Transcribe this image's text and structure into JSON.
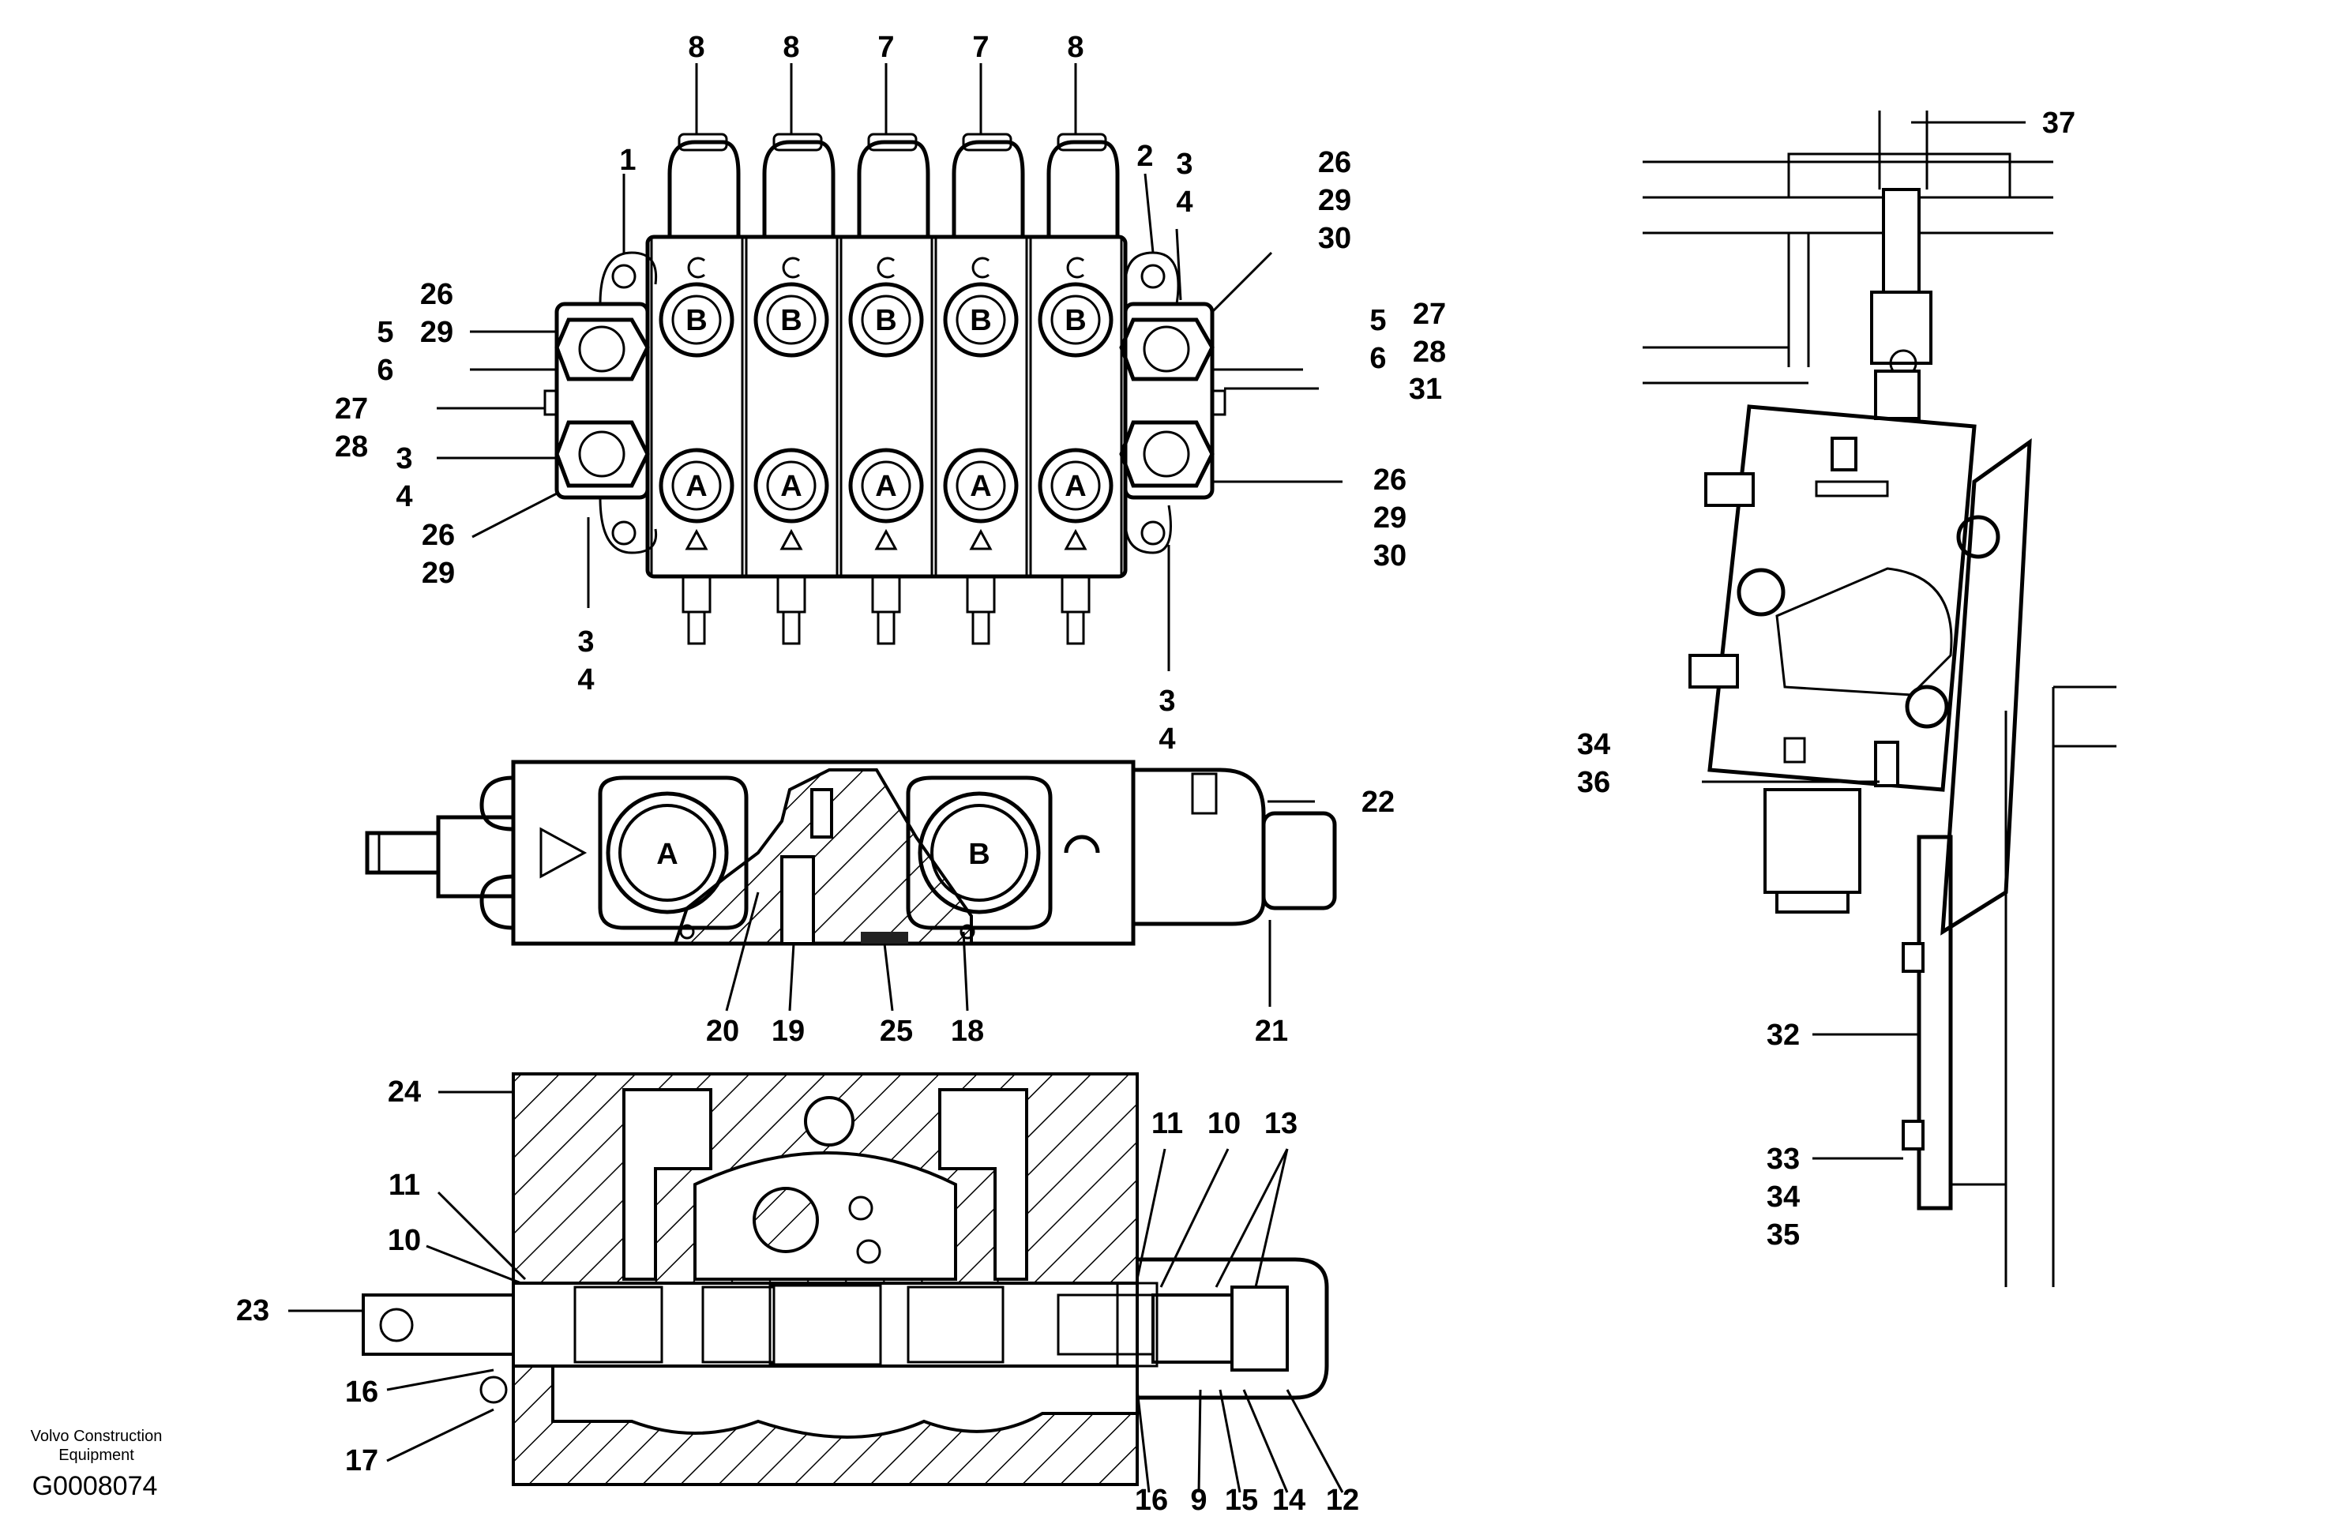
{
  "callouts": {
    "top_view": [
      "8",
      "8",
      "7",
      "7",
      "8",
      "1",
      "2",
      "3",
      "4",
      "26",
      "29",
      "30",
      "26",
      "29",
      "5",
      "6",
      "5",
      "27",
      "28",
      "6",
      "27",
      "28",
      "31",
      "3",
      "4",
      "26",
      "29",
      "30",
      "26",
      "29",
      "3",
      "4",
      "3",
      "4"
    ],
    "side_view": [
      "22",
      "20",
      "19",
      "25",
      "18",
      "21"
    ],
    "section_view": [
      "24",
      "11",
      "10",
      "13",
      "11",
      "10",
      "23",
      "16",
      "17",
      "16",
      "9",
      "15",
      "14",
      "12"
    ],
    "install_view": [
      "37",
      "34",
      "36",
      "32",
      "33",
      "34",
      "35"
    ]
  },
  "port_labels": {
    "b": "B",
    "a": "A"
  },
  "credit": {
    "company_line1": "Volvo Construction",
    "company_line2": "Equipment",
    "figure_id": "G0008074"
  }
}
